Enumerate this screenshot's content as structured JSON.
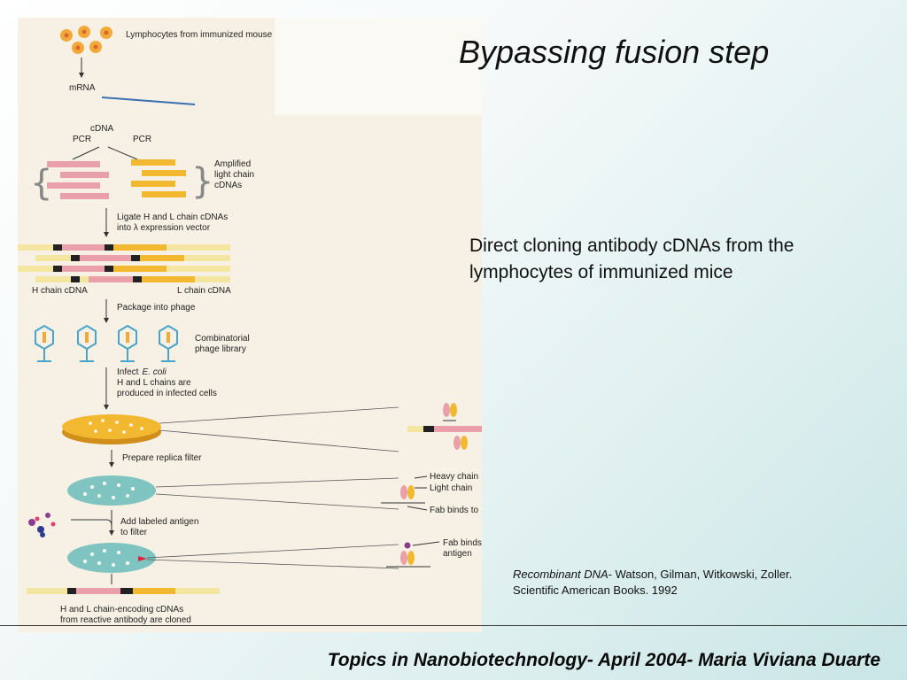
{
  "slide": {
    "title": "Bypassing fusion step",
    "body_text": "Direct cloning antibody cDNAs from the lymphocytes of immunized mice",
    "citation": {
      "book": "Recombinant DNA",
      "rest": "- Watson, Gilman, Witkowski, Zoller.",
      "line2": "Scientific American Books. 1992"
    },
    "footer": "Topics in Nanobiotechnology- April 2004- Maria Viviana Duarte"
  },
  "figure": {
    "lymphocytes": "Lymphocytes from immunized mouse",
    "mrna": "mRNA",
    "cdna": "cDNA",
    "pcr_left": "PCR",
    "pcr_right": "PCR",
    "amplified": "Amplified light chain cDNAs",
    "ligate": "Ligate H and L chain cDNAs into λ expression vector",
    "h_chain": "H chain cDNA",
    "l_chain": "L chain cDNA",
    "package": "Package into phage",
    "library": "Combinatorial phage library",
    "infect_a": "Infect",
    "infect_b": "E. coli",
    "infect_c": "H and L chains are produced in infected cells",
    "replica": "Prepare replica filter",
    "heavy": "Heavy chain",
    "light": "Light chain",
    "fab1": "Fab binds to",
    "antigen_step": "Add labeled antigen to filter",
    "fab2a": "Fab binds",
    "fab2b": "antigen",
    "cloned": "H and L chain-encoding cDNAs from reactive antibody are cloned"
  },
  "colors": {
    "pink": "#e9a0a8",
    "gold": "#f2b830",
    "plate_teal": "#7fc4c0",
    "phage_blue": "#4aa3c9"
  }
}
